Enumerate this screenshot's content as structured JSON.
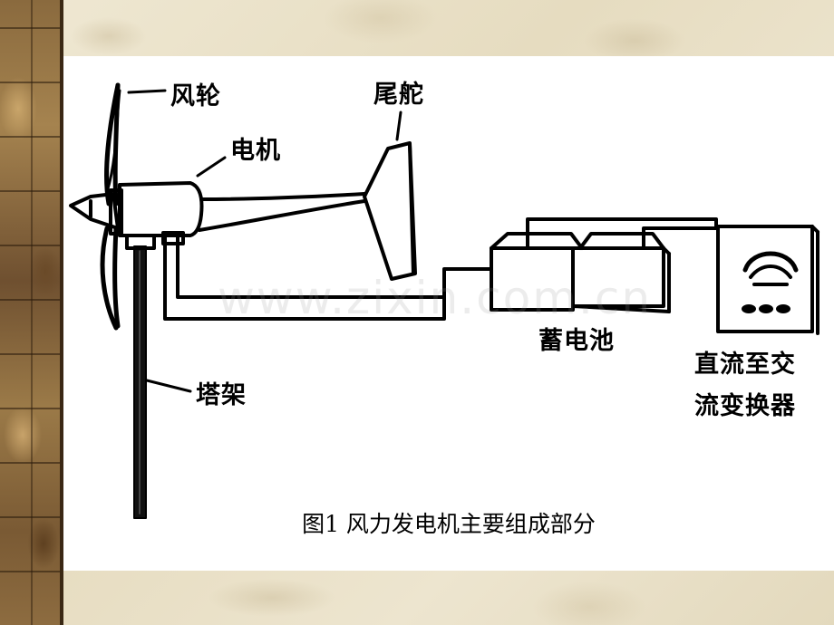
{
  "labels": {
    "rotor": "风轮",
    "generator": "电机",
    "tail_vane": "尾舵",
    "tower": "塔架",
    "battery": "蓄电池",
    "inverter_line1": "直流至交",
    "inverter_line2": "流变换器"
  },
  "caption": "图1  风力发电机主要组成部分",
  "watermark": "www.zixin.com.cn",
  "colors": {
    "ink": "#000000",
    "panel": "#ffffff",
    "background": "#e9e2cc",
    "strip": "#8a6a3e"
  }
}
